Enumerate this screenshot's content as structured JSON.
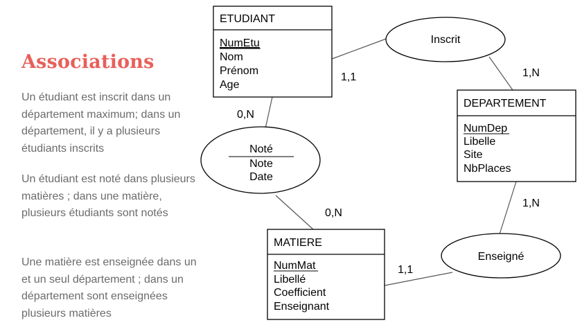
{
  "heading": "Associations",
  "paragraphs": [
    "Un étudiant est inscrit dans un département maximum; dans un département, il y a plusieurs étudiants inscrits",
    "Un étudiant est noté dans plusieurs matières ; dans une matière, plusieurs étudiants sont notés",
    "Une matière est enseignée dans un et un seul département ; dans un département sont enseignées plusieurs matières"
  ],
  "entities": {
    "etudiant": {
      "name": "ETUDIANT",
      "key": "NumEtu",
      "attrs": [
        "Nom",
        "Prénom",
        "Age"
      ]
    },
    "departement": {
      "name": "DEPARTEMENT",
      "key": "NumDep",
      "attrs": [
        "Libelle",
        "Site",
        "NbPlaces"
      ]
    },
    "matiere": {
      "name": "MATIERE",
      "key": "NumMat",
      "attrs": [
        "Libellé",
        "Coefficient",
        "Enseignant"
      ]
    }
  },
  "associations": {
    "inscrit": {
      "name": "Inscrit"
    },
    "note": {
      "name": "Noté",
      "attrs": [
        "Note",
        "Date"
      ]
    },
    "enseigne": {
      "name": "Enseigné"
    }
  },
  "cardinalities": {
    "etudiant_inscrit": "1,1",
    "departement_inscrit": "1,N",
    "etudiant_note": "0,N",
    "matiere_note": "0,N",
    "departement_enseigne": "1,N",
    "matiere_enseigne": "1,1"
  }
}
